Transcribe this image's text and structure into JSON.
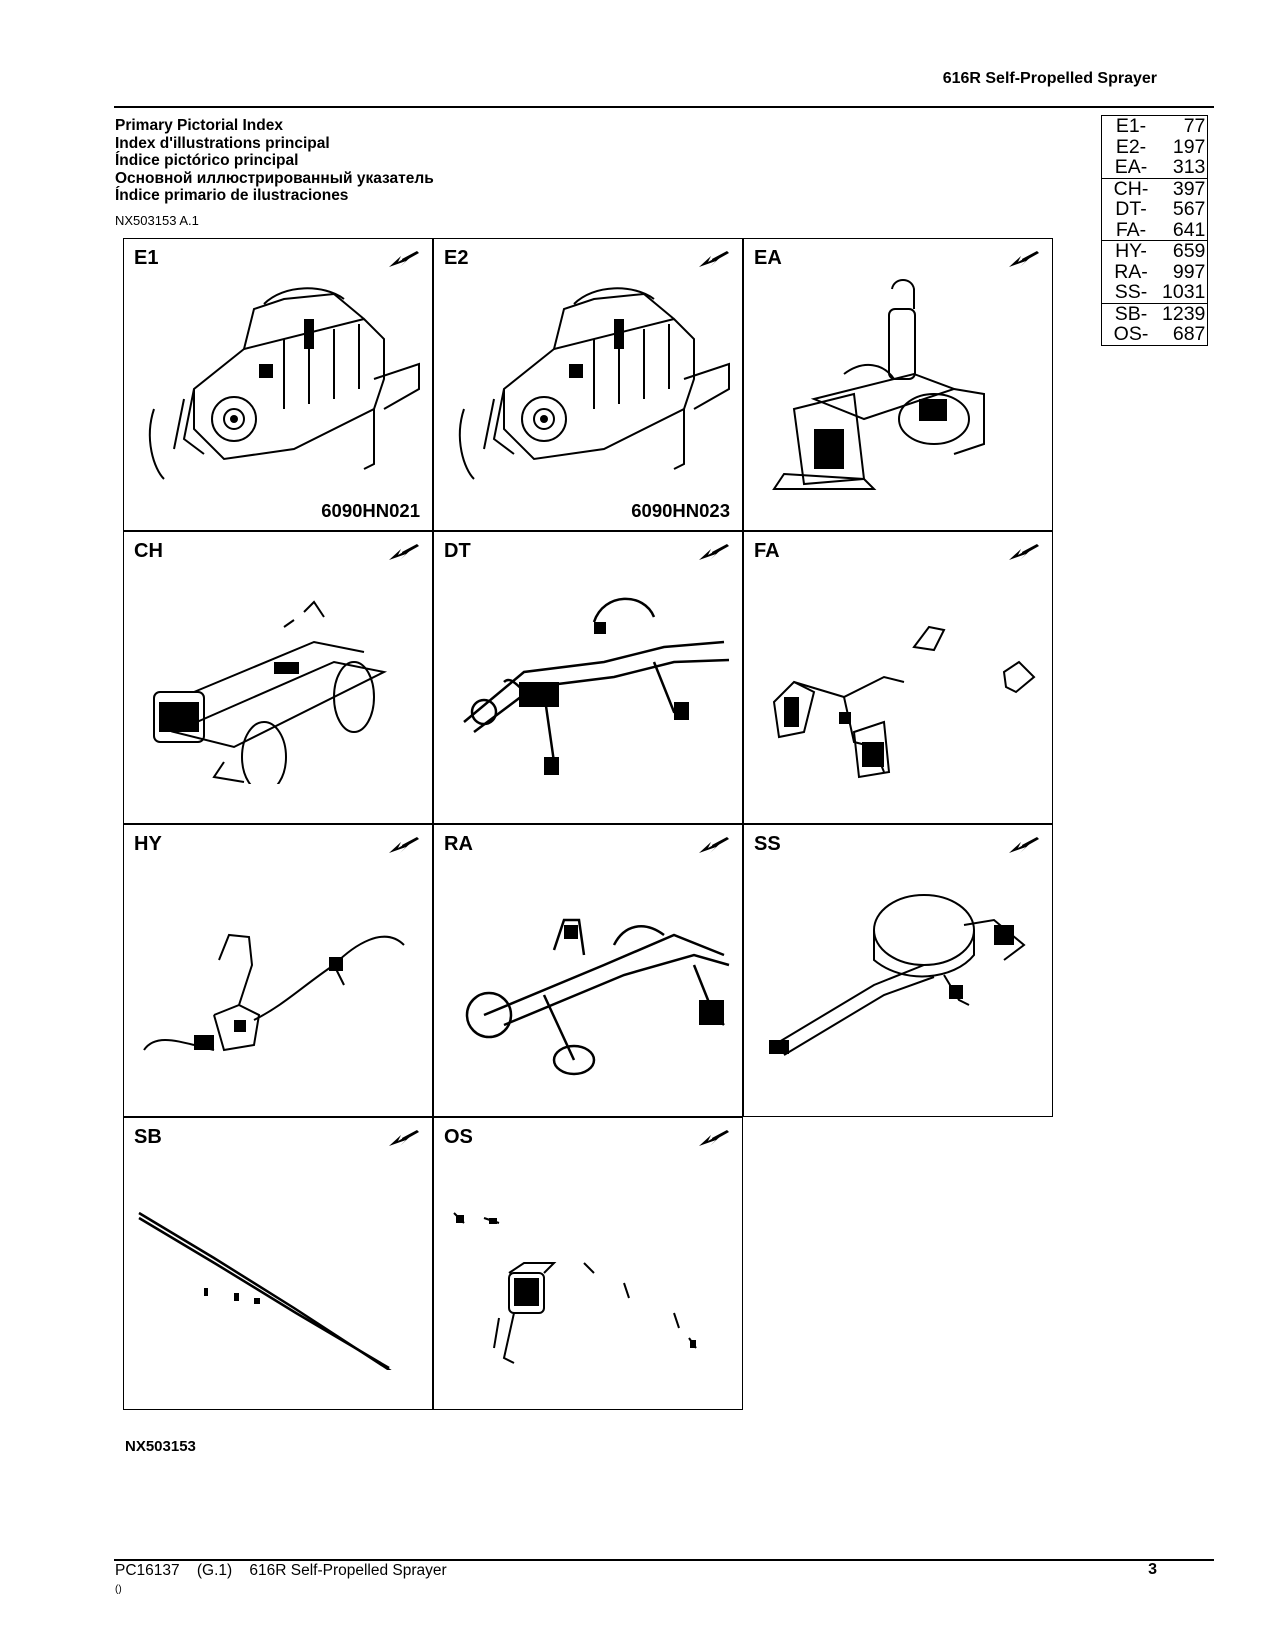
{
  "header": {
    "title": "616R Self-Propelled Sprayer"
  },
  "index": {
    "titles": [
      "Primary Pictorial Index",
      "Index d'illustrations principal",
      "Índice pictórico principal",
      "Основной иллюстрированный указатель",
      "Índice primario de ilustraciones"
    ],
    "code": "NX503153 A.1"
  },
  "page_table": {
    "groups": [
      [
        {
          "code": "E1-",
          "page": "77"
        },
        {
          "code": "E2-",
          "page": "197"
        },
        {
          "code": "EA-",
          "page": "313"
        }
      ],
      [
        {
          "code": "CH-",
          "page": "397"
        },
        {
          "code": "DT-",
          "page": "567"
        },
        {
          "code": "FA-",
          "page": "641"
        }
      ],
      [
        {
          "code": "HY-",
          "page": "659"
        },
        {
          "code": "RA-",
          "page": "997"
        },
        {
          "code": "SS-",
          "page": "1031"
        }
      ],
      [
        {
          "code": "SB-",
          "page": "1239"
        },
        {
          "code": "OS-",
          "page": "687"
        }
      ]
    ]
  },
  "cells": [
    {
      "code": "E1",
      "model": "6090HN021",
      "art": "engine"
    },
    {
      "code": "E2",
      "model": "6090HN023",
      "art": "engine"
    },
    {
      "code": "EA",
      "model": "",
      "art": "exhaust-aftertreatment"
    },
    {
      "code": "CH",
      "model": "",
      "art": "chassis"
    },
    {
      "code": "DT",
      "model": "",
      "art": "drivetrain"
    },
    {
      "code": "FA",
      "model": "",
      "art": "frame-attachments"
    },
    {
      "code": "HY",
      "model": "",
      "art": "hydraulics"
    },
    {
      "code": "RA",
      "model": "",
      "art": "rear-axle"
    },
    {
      "code": "SS",
      "model": "",
      "art": "solution-system"
    },
    {
      "code": "SB",
      "model": "",
      "art": "spray-boom"
    },
    {
      "code": "OS",
      "model": "",
      "art": "operator-station"
    }
  ],
  "footer": {
    "ref": "NX503153",
    "doc": "PC16137    (G.1)    616R Self-Propelled Sprayer",
    "sub": "()",
    "page": "3"
  }
}
